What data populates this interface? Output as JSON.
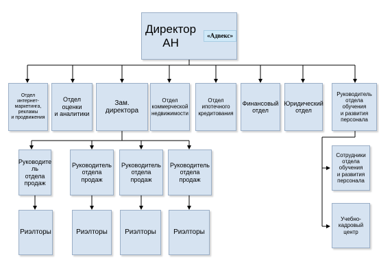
{
  "root": {
    "title": "Директор АН",
    "badge": "«Адвекс»"
  },
  "departments": [
    {
      "label": "Отдел\nинтернет-\nмаркетинга,\nрекламы\nи продвижения"
    },
    {
      "label": "Отдел\nоценки\nи аналитики"
    },
    {
      "label": "Зам.\nдиректора"
    },
    {
      "label": "Отдел\nкоммерческой\nнедвижимости"
    },
    {
      "label": "Отдел\nипотечного\nкредитования"
    },
    {
      "label": "Финансовый\nотдел"
    },
    {
      "label": "Юридический\nотдел"
    },
    {
      "label": "Руководитель\nотдела\nобучения\nи развития\nперсонала"
    }
  ],
  "sales_heads": [
    {
      "label": "Руководите\nль\nотдела\nпродаж"
    },
    {
      "label": "Руководитель\nотдела\nпродаж"
    },
    {
      "label": "Руководитель\nотдела\nпродаж"
    },
    {
      "label": "Руководитель\nотдела\nпродаж"
    }
  ],
  "realtors": [
    {
      "label": "Риэлторы"
    },
    {
      "label": "Риэлторы"
    },
    {
      "label": "Риэлторы"
    },
    {
      "label": "Риэлторы"
    }
  ],
  "training": [
    {
      "label": "Сотрудники\nотдела\nобучения\nи развития\nперсонала"
    },
    {
      "label": "Учебно-\nкадровый\nцентр"
    }
  ]
}
